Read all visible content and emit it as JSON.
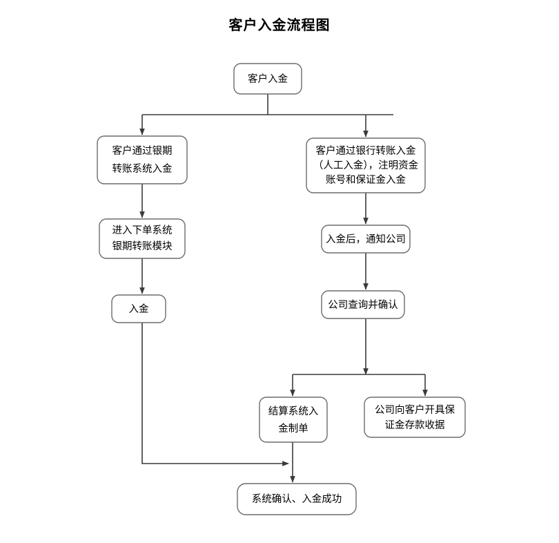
{
  "page": {
    "title": "客户入金流程图",
    "background_color": "#ffffff",
    "node_stroke_color": "#6b6b6b",
    "connector_color": "#3a3a3a",
    "text_color": "#000000"
  },
  "nodes": {
    "start": {
      "label": "客户入金",
      "lines": [
        "客户入金"
      ]
    },
    "bank_futures_transfer": {
      "label": "客户通过银期转账系统入金",
      "lines": [
        "客户通过银期",
        "转账系统入金"
      ]
    },
    "bank_wire_manual": {
      "label": "客户通过银行转账入金（人工入金），注明资金账号和保证金入金",
      "lines": [
        "客户通过银行转账入金",
        "（人工入金），注明资金",
        "账号和保证金入金"
      ]
    },
    "enter_order_system": {
      "label": "进入下单系统银期转账模块",
      "lines": [
        "进入下单系统",
        "银期转账模块"
      ]
    },
    "deposit": {
      "label": "入金",
      "lines": [
        "入金"
      ]
    },
    "notify_company": {
      "label": "入金后，通知公司",
      "lines": [
        "入金后，通知公司"
      ]
    },
    "company_verify": {
      "label": "公司查询并确认",
      "lines": [
        "公司查询并确认"
      ]
    },
    "settlement_voucher": {
      "label": "结算系统入金制单",
      "lines": [
        "结算系统入",
        "金制单"
      ]
    },
    "issue_receipt": {
      "label": "公司向客户开具保证金存款收据",
      "lines": [
        "公司向客户开具保",
        "证金存款收据"
      ]
    },
    "success": {
      "label": "系统确认、入金成功",
      "lines": [
        "系统确认、入金成功"
      ]
    }
  },
  "edges": [
    {
      "from": "start",
      "to": "bank_futures_transfer"
    },
    {
      "from": "start",
      "to": "bank_wire_manual"
    },
    {
      "from": "bank_futures_transfer",
      "to": "enter_order_system"
    },
    {
      "from": "enter_order_system",
      "to": "deposit"
    },
    {
      "from": "bank_wire_manual",
      "to": "notify_company"
    },
    {
      "from": "notify_company",
      "to": "company_verify"
    },
    {
      "from": "company_verify",
      "to": "settlement_voucher"
    },
    {
      "from": "company_verify",
      "to": "issue_receipt"
    },
    {
      "from": "settlement_voucher",
      "to": "success"
    },
    {
      "from": "deposit",
      "to": "success"
    }
  ],
  "chart_data": {
    "type": "diagram",
    "title": "客户入金流程图",
    "diagram_kind": "flowchart",
    "orientation": "top-to-bottom",
    "node_count": 10,
    "edge_count": 10
  }
}
